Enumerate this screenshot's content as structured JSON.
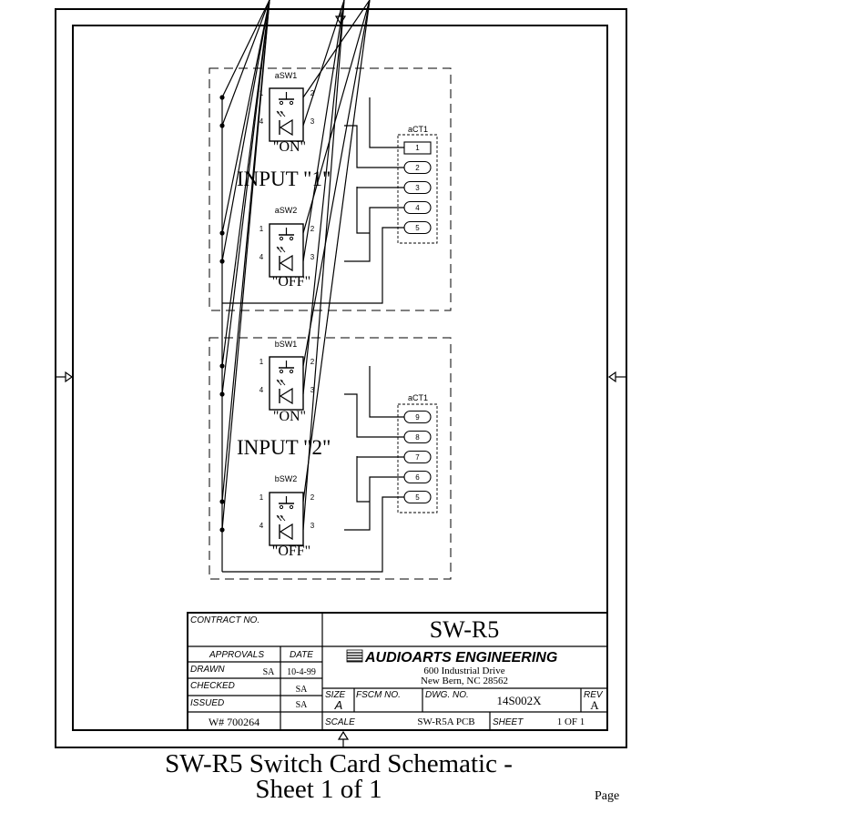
{
  "block1": {
    "sw_on_ref": "aSW1",
    "sw_off_ref": "aSW2",
    "conn_ref": "aCT1",
    "on_label": "\"ON\"",
    "off_label": "\"OFF\"",
    "title": "INPUT \"1\"",
    "pins": [
      "1",
      "2",
      "3",
      "4",
      "5"
    ]
  },
  "block2": {
    "sw_on_ref": "bSW1",
    "sw_off_ref": "bSW2",
    "conn_ref": "aCT1",
    "on_label": "\"ON\"",
    "off_label": "\"OFF\"",
    "title": "INPUT \"2\"",
    "pins": [
      "9",
      "8",
      "7",
      "6",
      "5"
    ]
  },
  "switch_pins": {
    "p1": "1",
    "p2": "2",
    "p3": "3",
    "p4": "4"
  },
  "title_block": {
    "contract_label": "CONTRACT NO.",
    "approvals_label": "APPROVALS",
    "date_label": "DATE",
    "drawn_label": "DRAWN",
    "drawn_by": "SA",
    "drawn_date": "10-4-99",
    "checked_label": "CHECKED",
    "checked_by": "SA",
    "issued_label": "ISSUED",
    "issued_by": "SA",
    "w_number": "W# 700264",
    "title": "SW-R5",
    "company": "AUDIOARTS ENGINEERING",
    "address1": "600 Industrial Drive",
    "address2": "New Bern, NC 28562",
    "size_label": "SIZE",
    "size": "A",
    "fscm_label": "FSCM NO.",
    "dwg_label": "DWG. NO.",
    "dwg_no": "14S002X",
    "rev_label": "REV",
    "rev": "A",
    "scale_label": "SCALE",
    "scale": "SW-R5A PCB",
    "sheet_label": "SHEET",
    "sheet": "1 OF 1"
  },
  "caption_line1": "SW-R5 Switch Card Schematic -",
  "caption_line2": "Sheet 1 of 1",
  "page_label": "Page"
}
